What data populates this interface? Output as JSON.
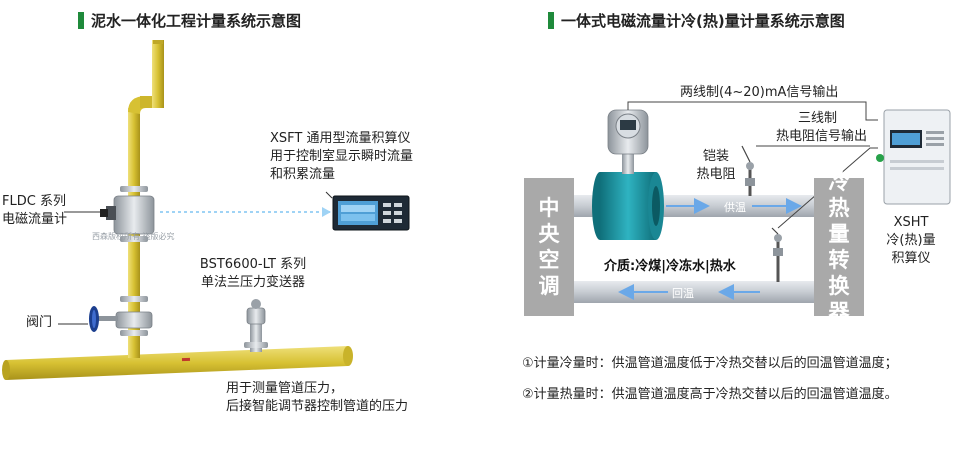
{
  "left": {
    "title": "泥水一体化工程计量系统示意图",
    "label_fldc_1": "FLDC 系列",
    "label_fldc_2": "电磁流量计",
    "label_xsft_1": "XSFT 通用型流量积算仪",
    "label_xsft_2": "用于控制室显示瞬时流量",
    "label_xsft_3": "和积累流量",
    "label_bst_1": "BST6600-LT 系列",
    "label_bst_2": "单法兰压力变送器",
    "label_valve": "阀门",
    "label_pressure_1": "用于测量管道压力，",
    "label_pressure_2": "后接智能调节器控制管道的压力",
    "watermark": "西森版权所有 盗版必究"
  },
  "right": {
    "title": "一体式电磁流量计冷(热)量计量系统示意图",
    "label_output": "两线制(4~20)mA信号输出",
    "label_three_wire_1": "三线制",
    "label_three_wire_2": "热电阻信号输出",
    "label_armored_1": "铠装",
    "label_armored_2": "热电阻",
    "box_central": "中央空调",
    "box_exchange": "冷热量转换器",
    "label_supply": "供温",
    "label_return": "回温",
    "label_medium": "介质:冷煤|冷冻水|热水",
    "label_xsht_1": "XSHT",
    "label_xsht_2": "冷(热)量",
    "label_xsht_3": "积算仪",
    "note_1": "①计量冷量时：供温管道温度低于冷热交替以后的回温管道温度；",
    "note_2": "②计量热量时：供温管道温度高于冷热交替以后的回温管道温度。"
  },
  "colors": {
    "pipe_yellow": "#d7c133",
    "pipe_gray": "#c7ccd2",
    "flowmeter_body": "#1e9aa8",
    "accent_green": "#1f8a3b",
    "arrow_blue": "#2f7fd0",
    "box_gray": "#a9a9a9"
  }
}
